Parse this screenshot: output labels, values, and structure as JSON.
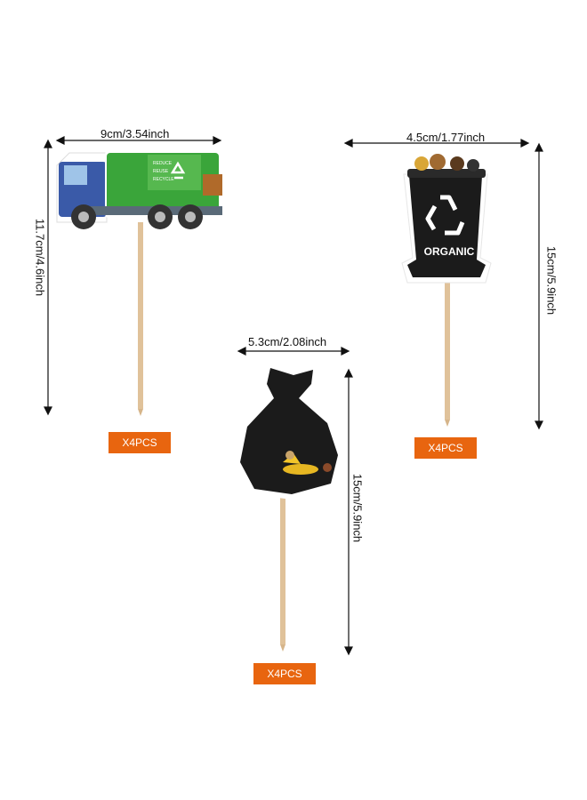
{
  "dimensions": {
    "truck_width": "9cm/3.54inch",
    "truck_height": "11.7cm/4.6inch",
    "bin_width": "4.5cm/1.77inch",
    "bin_height": "15cm/5.9inch",
    "bag_width": "5.3cm/2.08inch",
    "bag_height": "15cm/5.9inch"
  },
  "truck_panel_text": [
    "REDUCE",
    "REUSE",
    "RECYCLE"
  ],
  "bin_text": "ORGANIC",
  "quantity_labels": {
    "truck": "X4PCS",
    "bin": "X4PCS",
    "bag": "X4PCS"
  },
  "colors": {
    "badge": "#e8650f",
    "truck_green": "#3aa53a",
    "truck_cab_blue": "#3a5aa8",
    "bin_black": "#1b1b1b",
    "stick": "#e0c29a"
  }
}
